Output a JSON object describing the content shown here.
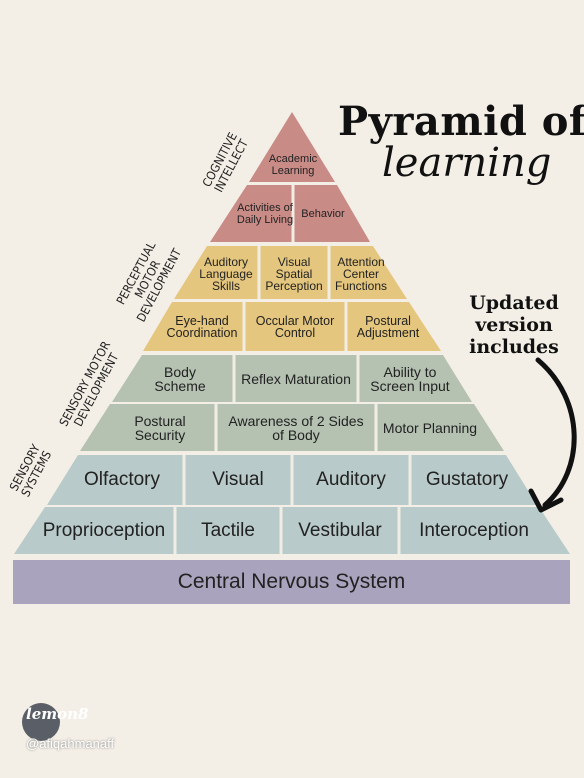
{
  "title": {
    "main": "Pyramid of",
    "sub": "learning"
  },
  "note": "Updated version includes",
  "side_labels": {
    "cognitive": "Cognitive Intellect",
    "perceptual": "Perceptual Motor Development",
    "sensory_motor": "Sensory Motor Development",
    "sensory_systems": "Sensory Systems"
  },
  "colors": {
    "cognitive": "#c98b86",
    "perceptual": "#e5c67e",
    "sensory_motor": "#b5c2b2",
    "sensory_systems": "#b8cac9",
    "cns": "#a9a3bd",
    "separator": "#f1ede4",
    "background": "#f4efe6"
  },
  "levels": {
    "cognitive_top": [
      "Academic Learning"
    ],
    "cognitive_bottom": [
      "Activities of Daily Living",
      "Behavior"
    ],
    "perceptual_top": [
      "Auditory Language Skills",
      "Visual Spatial Perception",
      "Attention Center Functions"
    ],
    "perceptual_bottom": [
      "Eye-hand Coordination",
      "Occular Motor Control",
      "Postural Adjustment"
    ],
    "sensory_motor_top": [
      "Body Scheme",
      "Reflex Maturation",
      "Ability to Screen Input"
    ],
    "sensory_motor_bottom": [
      "Postural Security",
      "Awareness of 2 Sides of Body",
      "Motor Planning"
    ],
    "sensory_top": [
      "Olfactory",
      "Visual",
      "Auditory",
      "Gustatory"
    ],
    "sensory_bottom": [
      "Proprioception",
      "Tactile",
      "Vestibular",
      "Interoception"
    ]
  },
  "base": "Central Nervous System",
  "watermark": {
    "logo": "lemon8",
    "handle": "@afiqahmanaff"
  }
}
